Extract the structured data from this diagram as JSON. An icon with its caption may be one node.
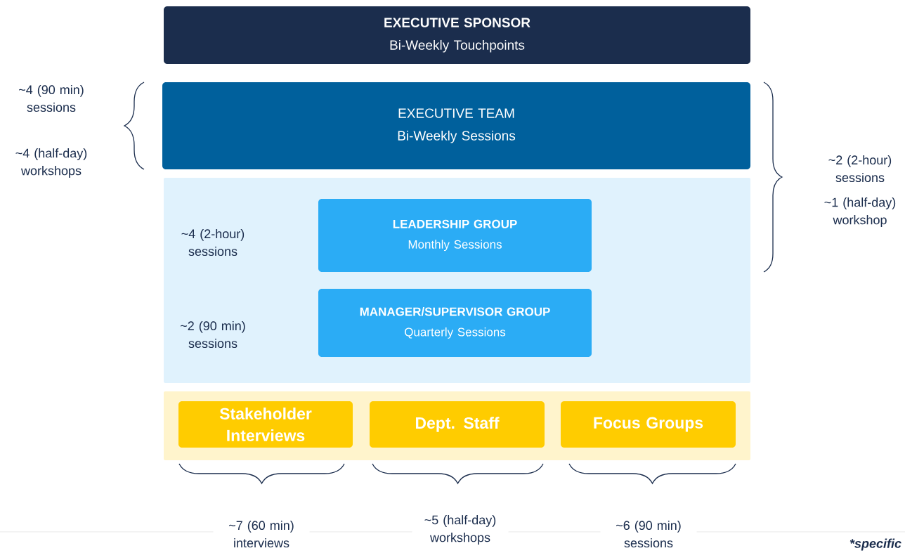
{
  "diagram": {
    "nodes": [
      {
        "text": [
          "EXECUTIVE SPONSOR",
          "Bi-Weekly Touchpoints"
        ]
      },
      {
        "text": [
          "EXECUTIVE TEAM",
          "Bi-Weekly Sessions"
        ]
      },
      {
        "text": [],
        "shape": "box"
      },
      {
        "text": [
          "LEADERSHIP GROUP",
          "Monthly Sessions"
        ],
        "in": 2
      },
      {
        "text": [
          "MANAGER/SUPERVISOR GROUP",
          "Quarterly Sessions"
        ],
        "in": 2
      },
      {
        "text": [],
        "shape": "box"
      },
      {
        "text": [
          "Stakeholder Interviews"
        ],
        "in": 5
      },
      {
        "text": [
          "Dept. Staff"
        ],
        "in": 5
      },
      {
        "text": [
          "Focus Groups"
        ],
        "in": 5
      }
    ],
    "labels": [
      "~4 (90 min) sessions",
      "~4 (half-day) workshops",
      "~2 (2-hour) sessions",
      "~1 (half-day) workshop",
      "~4 (2-hour) sessions",
      "~2 (90 min) sessions",
      "~7 (60 min) interviews",
      "~5 (half-day) workshops",
      "~6 (90 min) sessions",
      "*specific"
    ]
  }
}
